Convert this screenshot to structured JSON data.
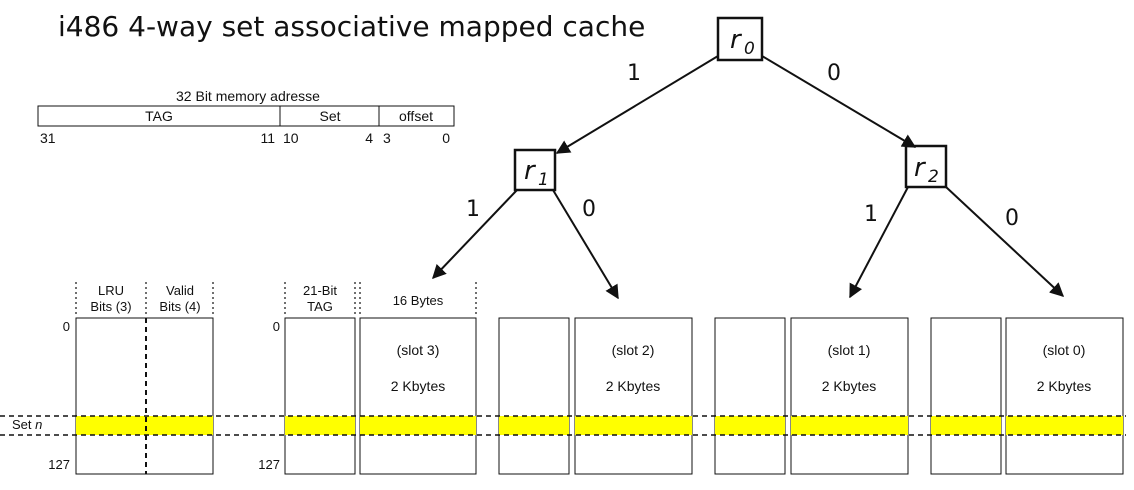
{
  "title": "i486 4-way set associative mapped cache",
  "address": {
    "label": "32 Bit memory adresse",
    "fields": [
      {
        "name": "TAG",
        "hi": "31",
        "lo": "11"
      },
      {
        "name": "Set",
        "hi": "10",
        "lo": "4"
      },
      {
        "name": "offset",
        "hi": "3",
        "lo": "0"
      }
    ]
  },
  "tree": {
    "root": {
      "letter": "r",
      "sub": "0"
    },
    "left": {
      "letter": "r",
      "sub": "1"
    },
    "right": {
      "letter": "r",
      "sub": "2"
    },
    "edge_labels": {
      "root_left": "1",
      "root_right": "0",
      "r1_left": "1",
      "r1_right": "0",
      "r2_left": "1",
      "r2_right": "0"
    }
  },
  "headers": {
    "lru_line1": "LRU",
    "lru_line2": "Bits (3)",
    "valid_line1": "Valid",
    "valid_line2": "Bits (4)",
    "tag_line1": "21-Bit",
    "tag_line2": "TAG",
    "bytes": "16 Bytes"
  },
  "rows": {
    "first": "0",
    "last": "127",
    "set_label": "Set",
    "set_var": "n"
  },
  "slots": [
    {
      "name": "(slot 3)",
      "size": "2 Kbytes"
    },
    {
      "name": "(slot 2)",
      "size": "2 Kbytes"
    },
    {
      "name": "(slot 1)",
      "size": "2 Kbytes"
    },
    {
      "name": "(slot 0)",
      "size": "2 Kbytes"
    }
  ],
  "colors": {
    "highlight": "#ffff00",
    "line": "#111111"
  }
}
